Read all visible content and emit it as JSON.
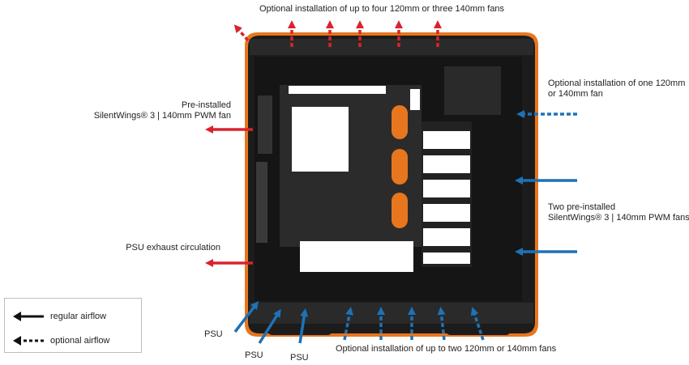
{
  "labels": {
    "top_fans": "Optional installation of up to four 120mm or three 140mm fans",
    "front_optional_1": "Optional installation of one 120mm",
    "front_optional_2": "or 140mm fan",
    "rear_fan_1": "Pre-installed",
    "rear_fan_2": "SilentWings® 3 | 140mm PWM fan",
    "front_fans_1": "Two pre-installed",
    "front_fans_2": "SilentWings® 3 | 140mm PWM fans",
    "psu_exhaust": "PSU exhaust circulation",
    "psu_a": "PSU",
    "psu_b": "PSU",
    "psu_c": "PSU",
    "bottom_fans": "Optional installation of up to two 120mm or 140mm fans"
  },
  "legend": {
    "regular": "regular airflow",
    "optional": "optional airflow"
  },
  "colors": {
    "exhaust_red": "#d9232d",
    "intake_blue": "#1f72b5",
    "case_orange": "#e8761e",
    "case_black": "#1c1c1c"
  }
}
